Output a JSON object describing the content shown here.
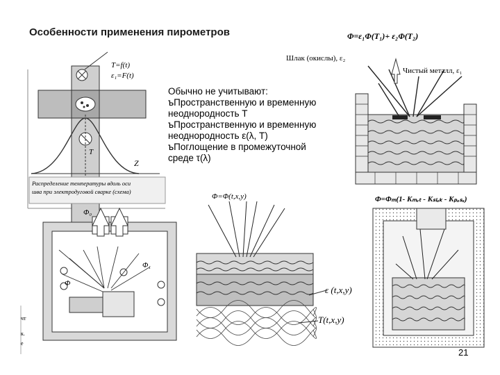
{
  "slide": {
    "title": "Особенности применения пирометров",
    "page_number": "21"
  },
  "notes": {
    "heading": "Обычно не учитывают:",
    "bullet_marker": "ъ",
    "items": [
      [
        "Пространственную и временную",
        "неоднородность T"
      ],
      [
        "Пространственную и временную",
        "неоднородность ε(λ, T)"
      ],
      [
        "Поглощение в промежуточной",
        "среде τ(λ)"
      ]
    ]
  },
  "figure_top_left": {
    "label_t": "T=f(t)",
    "label_eps": "ε₁=F(t)",
    "label_z": "Z",
    "label_T": "T",
    "caption_line1": "Распределение температуры вдоль оси",
    "caption_line2": "шва при электродуговой сварке (схема)"
  },
  "figure_top_right": {
    "formula": "Φ=ε₁Φ(T₁)+ ε₂Φ(T₂)",
    "slag_label": "Шлак (окислы), ε₂",
    "metal_label": "Чистый металл, ε₁"
  },
  "figure_bottom_left": {
    "phi_label": "Φ₀",
    "phi1_label": "Φ₁",
    "phi_small": "Φ",
    "edge_text": [
      "чт",
      "к.",
      "е"
    ]
  },
  "figure_bottom_center": {
    "top_formula": "Φ=Φ(t,x,y)",
    "eps_label": "ε (t,x,y)",
    "t_label": "T(t,x,y)"
  },
  "figure_bottom_right": {
    "formula": "Φ=Φₘ(1- Kₘₑₜ - Kₛₗₐₖ - Kₚₐₛₐ)"
  }
}
